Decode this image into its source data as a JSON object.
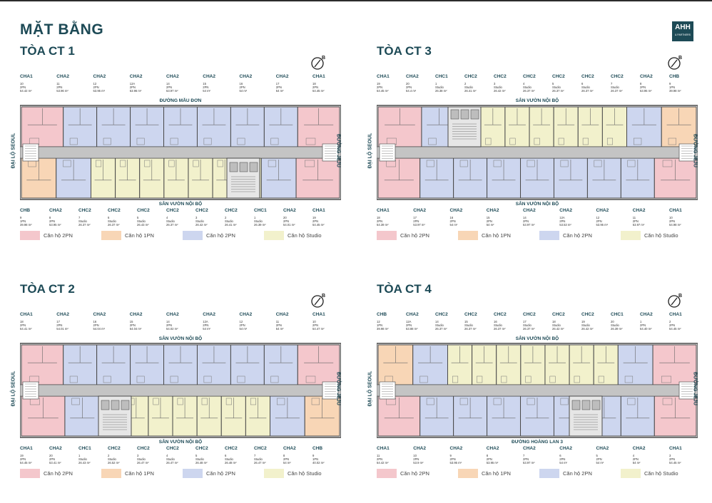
{
  "title": "MẶT BẰNG",
  "logo": {
    "name": "AHH",
    "sub": "& PARTNERS"
  },
  "compass_letter": "B",
  "colors": {
    "pink": "#f4c7cc",
    "orange": "#f8d6b6",
    "blue": "#cdd6ef",
    "yellow": "#f2f1cc",
    "corridor": "#c4c4c4",
    "wall": "#4a4a4a"
  },
  "legend": [
    "Căn hộ 2PN",
    "Căn hộ 1PN",
    "Căn hộ 2PN",
    "Căn hộ Studio"
  ],
  "panels": [
    {
      "name": "TÒA CT 1",
      "top_road": "ĐƯỜNG MẪU ĐƠN",
      "bottom_road": "SÂN VƯỜN NỘI BỘ",
      "left_road": "ĐẠI LỘ SEOUL",
      "right_road": "ĐƯỜNG JEJU",
      "top_units": [
        {
          "type": "CHA1",
          "num": "10",
          "info": "2PN\n54.42 m²"
        },
        {
          "type": "CHA2",
          "num": "11",
          "info": "2PN\n53.96 m²"
        },
        {
          "type": "CHA2",
          "num": "12",
          "info": "2PN\n53.95 m²"
        },
        {
          "type": "CHA2",
          "num": "12A",
          "info": "2PN\n53.96 m²"
        },
        {
          "type": "CHA2",
          "num": "14",
          "info": "2PN\n53.97 m²"
        },
        {
          "type": "CHA2",
          "num": "15",
          "info": "2PN\n54 m²"
        },
        {
          "type": "CHA2",
          "num": "16",
          "info": "2PN\n54 m²"
        },
        {
          "type": "CHA2",
          "num": "17",
          "info": "2PN\n54 m²"
        },
        {
          "type": "CHA1",
          "num": "18",
          "info": "2PN\n54.45 m²"
        }
      ],
      "bottom_units": [
        {
          "type": "CHB",
          "num": "9",
          "info": "1PN\n39.98 m²"
        },
        {
          "type": "CHA2",
          "num": "8",
          "info": "2PN\n53.95 m²"
        },
        {
          "type": "CHC2",
          "num": "7",
          "info": "Studio\n26.37 m²"
        },
        {
          "type": "CHC2",
          "num": "6",
          "info": "Studio\n26.37 m²"
        },
        {
          "type": "CHC2",
          "num": "5",
          "info": "Studio\n26.43 m²"
        },
        {
          "type": "CHC2",
          "num": "4",
          "info": "Studio\n26.37 m²"
        },
        {
          "type": "CHC2",
          "num": "3",
          "info": "Studio\n26.42 m²"
        },
        {
          "type": "CHC2",
          "num": "2",
          "info": "Studio\n26.41 m²"
        },
        {
          "type": "CHC1",
          "num": "1",
          "info": "Studio\n26.39 m²"
        },
        {
          "type": "CHA2",
          "num": "20",
          "info": "2PN\n54.01 m²"
        },
        {
          "type": "CHA1",
          "num": "19",
          "info": "2PN\n54.45 m²"
        }
      ]
    },
    {
      "name": "TÒA CT 3",
      "top_road": "SÂN VƯỜN NỘI BỘ",
      "bottom_road": "SÂN VƯỜN NỘI BỘ",
      "left_road": "ĐẠI LỘ SEOUL",
      "right_road": "ĐƯỜNG JEJU",
      "top_units": [
        {
          "type": "CHA1",
          "num": "19",
          "info": "2PN\n54.45 m²"
        },
        {
          "type": "CHA2",
          "num": "20",
          "info": "2PN\n54.4 m²"
        },
        {
          "type": "CHC1",
          "num": "1",
          "info": "Studio\n26.38 m²"
        },
        {
          "type": "CHC2",
          "num": "2",
          "info": "Studio\n26.41 m²"
        },
        {
          "type": "CHC2",
          "num": "3",
          "info": "Studio\n26.42 m²"
        },
        {
          "type": "CHC2",
          "num": "4",
          "info": "Studio\n26.37 m²"
        },
        {
          "type": "CHC2",
          "num": "5",
          "info": "Studio\n26.37 m²"
        },
        {
          "type": "CHC2",
          "num": "6",
          "info": "Studio\n26.37 m²"
        },
        {
          "type": "CHC2",
          "num": "7",
          "info": "Studio\n26.37 m²"
        },
        {
          "type": "CHA2",
          "num": "8",
          "info": "2PN\n53.95 m²"
        },
        {
          "type": "CHB",
          "num": "9",
          "info": "1PN\n39.98 m²"
        }
      ],
      "bottom_units": [
        {
          "type": "CHA1",
          "num": "18",
          "info": "2PN\n54.39 m²"
        },
        {
          "type": "CHA2",
          "num": "17",
          "info": "2PN\n53.97 m²"
        },
        {
          "type": "CHA2",
          "num": "16",
          "info": "2PN\n54 m²"
        },
        {
          "type": "CHA2",
          "num": "15",
          "info": "2PN\n54 m²"
        },
        {
          "type": "CHA2",
          "num": "14",
          "info": "2PN\n53.97 m²"
        },
        {
          "type": "CHA2",
          "num": "12A",
          "info": "2PN\n53.53 m²"
        },
        {
          "type": "CHA2",
          "num": "12",
          "info": "2PN\n53.95 m²"
        },
        {
          "type": "CHA2",
          "num": "11",
          "info": "2PN\n53.97 m²"
        },
        {
          "type": "CHA1",
          "num": "10",
          "info": "2PN\n54.98 m²"
        }
      ]
    },
    {
      "name": "TÒA CT 2",
      "top_road": "SÂN VƯỜN NỘI BỘ",
      "bottom_road": "SÂN VƯỜN NỘI BỘ",
      "left_road": "ĐẠI LỘ SEOUL",
      "right_road": "ĐƯỜNG JEJU",
      "top_units": [
        {
          "type": "CHA1",
          "num": "18",
          "info": "2PN\n54.41 m²"
        },
        {
          "type": "CHA2",
          "num": "17",
          "info": "2PN\n54.01 m²"
        },
        {
          "type": "CHA2",
          "num": "16",
          "info": "2PN\n54.04 m²"
        },
        {
          "type": "CHA2",
          "num": "15",
          "info": "2PN\n54.04 m²"
        },
        {
          "type": "CHA2",
          "num": "14",
          "info": "2PN\n54.02 m²"
        },
        {
          "type": "CHA2",
          "num": "12A",
          "info": "2PN\n54 m²"
        },
        {
          "type": "CHA2",
          "num": "12",
          "info": "2PN\n54 m²"
        },
        {
          "type": "CHA2",
          "num": "11",
          "info": "2PN\n54 m²"
        },
        {
          "type": "CHA1",
          "num": "10",
          "info": "2PN\n54.47 m²"
        }
      ],
      "bottom_units": [
        {
          "type": "CHA1",
          "num": "19",
          "info": "2PN\n54.45 m²"
        },
        {
          "type": "CHA2",
          "num": "20",
          "info": "2PN\n53.41 m²"
        },
        {
          "type": "CHC1",
          "num": "1",
          "info": "Studio\n26.43 m²"
        },
        {
          "type": "CHC2",
          "num": "2",
          "info": "Studio\n26.52 m²"
        },
        {
          "type": "CHC2",
          "num": "3",
          "info": "Studio\n26.47 m²"
        },
        {
          "type": "CHC2",
          "num": "4",
          "info": "Studio\n26.47 m²"
        },
        {
          "type": "CHC2",
          "num": "5",
          "info": "Studio\n26.48 m²"
        },
        {
          "type": "CHC2",
          "num": "6",
          "info": "Studio\n26.48 m²"
        },
        {
          "type": "CHC2",
          "num": "7",
          "info": "Studio\n26.47 m²"
        },
        {
          "type": "CHA2",
          "num": "8",
          "info": "2PN\n54 m²"
        },
        {
          "type": "CHB",
          "num": "9",
          "info": "1PN\n40.02 m²"
        }
      ]
    },
    {
      "name": "TÒA CT 4",
      "top_road": "SÂN VƯỜN NỘI BỘ",
      "bottom_road": "ĐƯỜNG HOÀNG LAN 3",
      "left_road": "ĐẠI LỘ SEOUL",
      "right_road": "ĐƯỜNG JEJU",
      "top_units": [
        {
          "type": "CHB",
          "num": "12",
          "info": "1PN\n39.98 m²"
        },
        {
          "type": "CHA2",
          "num": "12A",
          "info": "2PN\n53.88 m²"
        },
        {
          "type": "CHC2",
          "num": "14",
          "info": "Studio\n26.37 m²"
        },
        {
          "type": "CHC2",
          "num": "15",
          "info": "Studio\n26.37 m²"
        },
        {
          "type": "CHC2",
          "num": "16",
          "info": "Studio\n26.37 m²"
        },
        {
          "type": "CHC2",
          "num": "17",
          "info": "Studio\n26.37 m²"
        },
        {
          "type": "CHC2",
          "num": "18",
          "info": "Studio\n26.42 m²"
        },
        {
          "type": "CHC2",
          "num": "19",
          "info": "Studio\n26.42 m²"
        },
        {
          "type": "CHC1",
          "num": "20",
          "info": "Studio\n26.39 m²"
        },
        {
          "type": "CHA2",
          "num": "1",
          "info": "2PN\n54.40 m²"
        },
        {
          "type": "CHA1",
          "num": "2",
          "info": "2PN\n54.45 m²"
        }
      ],
      "bottom_units": [
        {
          "type": "CHA1",
          "num": "11",
          "info": "2PN\n54.42 m²"
        },
        {
          "type": "CHA2",
          "num": "10",
          "info": "2PN\n53.9 m²"
        },
        {
          "type": "CHA2",
          "num": "9",
          "info": "2PN\n53.95 m²"
        },
        {
          "type": "CHA2",
          "num": "8",
          "info": "2PN\n53.95 m²"
        },
        {
          "type": "CHA2",
          "num": "7",
          "info": "2PN\n53.97 m²"
        },
        {
          "type": "CHA2",
          "num": "6",
          "info": "2PN\n54 m²"
        },
        {
          "type": "CHA2",
          "num": "5",
          "info": "2PN\n54 m²"
        },
        {
          "type": "CHA2",
          "num": "4",
          "info": "2PN\n54 m²"
        },
        {
          "type": "CHA1",
          "num": "3",
          "info": "2PN\n54.45 m²"
        }
      ]
    }
  ]
}
